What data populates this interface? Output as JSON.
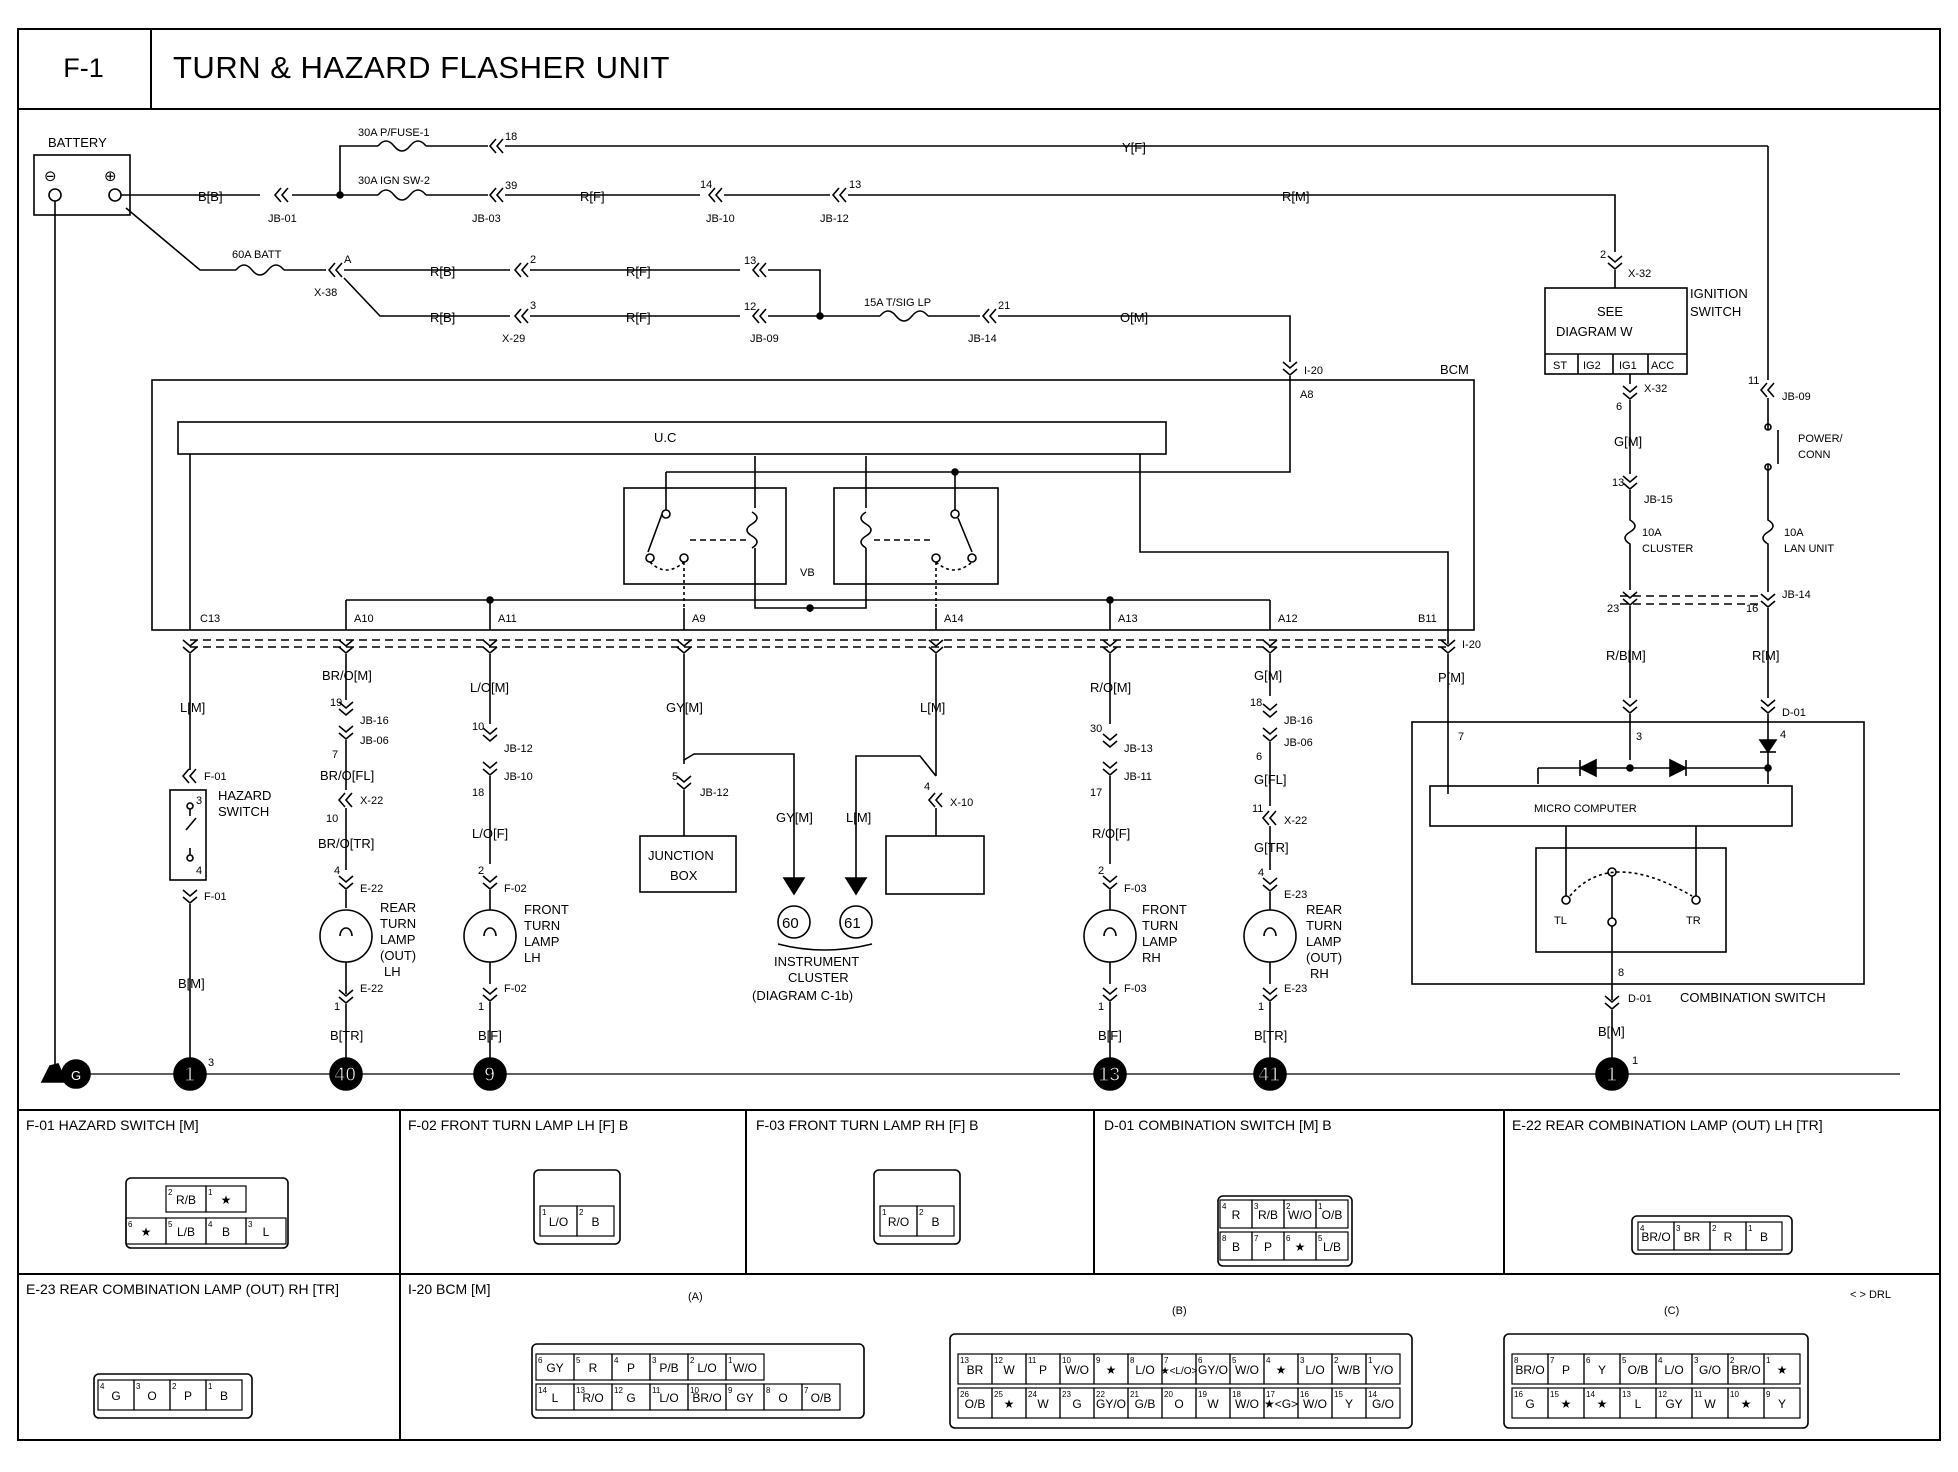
{
  "header": {
    "code": "F-1",
    "title": "TURN & HAZARD FLASHER UNIT"
  },
  "battery": {
    "label": "BATTERY",
    "neg": "⊖",
    "pos": "⊕"
  },
  "fuses": {
    "pfuse": "30A P/FUSE-1",
    "ign": "30A IGN SW-2",
    "batt": "60A BATT",
    "tsig": "15A T/SIG LP",
    "cluster": "10A\nCLUSTER",
    "cluster_a": "10A",
    "cluster_b": "CLUSTER",
    "lan_a": "10A",
    "lan_b": "LAN UNIT"
  },
  "wires": {
    "bb": "B[B]",
    "yf": "Y[F]",
    "rf": "R[F]",
    "rm": "R[M]",
    "rb": "R[B]",
    "rf2": "R[F]",
    "rb2": "R[B]",
    "rf3": "R[F]",
    "om": "O[M]",
    "gm": "G[M]",
    "rbm": "R/B[M]",
    "rm2": "R[M]",
    "pm": "P[M]",
    "bm2": "B[M]",
    "lm": "L[M]",
    "bm": "B[M]",
    "bro_m": "BR/O[M]",
    "bro_fl": "BR/O[FL]",
    "bro_tr": "BR/O[TR]",
    "btr": "B[TR]",
    "lo_m": "L/O[M]",
    "lo_f": "L/O[F]",
    "bf": "B[F]",
    "gy_m": "GY[M]",
    "gy_m2": "GY[M]",
    "l_m2": "L[M]",
    "l_m3": "L[M]",
    "ro_m": "R/O[M]",
    "ro_f": "R/O[F]",
    "bf2": "B[F]",
    "g_m": "G[M]",
    "g_fl": "G[FL]",
    "g_tr": "G[TR]",
    "btr2": "B[TR]"
  },
  "junctions": {
    "jb01": "JB-01",
    "jb03": "JB-03",
    "jb10": "JB-10",
    "jb12": "JB-12",
    "x38": "X-38",
    "x29": "X-29",
    "jb09": "JB-09",
    "jb14": "JB-14",
    "x32": "X-32",
    "x32b": "X-32",
    "jb09b": "JB-09",
    "jb15": "JB-15",
    "jb14b": "JB-14",
    "i20": "I-20",
    "i20b": "I-20",
    "d01": "D-01",
    "d01b": "D-01",
    "f01": "F-01",
    "f01b": "F-01",
    "jb16": "JB-16",
    "jb06": "JB-06",
    "x22": "X-22",
    "e22": "E-22",
    "e22b": "E-22",
    "jb12b": "JB-12",
    "jb10b": "JB-10",
    "f02": "F-02",
    "f02b": "F-02",
    "jb12c": "JB-12",
    "x10": "X-10",
    "jb13": "JB-13",
    "jb11": "JB-11",
    "f03": "F-03",
    "f03b": "F-03",
    "jb16b": "JB-16",
    "jb06b": "JB-06",
    "x22b": "X-22",
    "e23": "E-23",
    "e23b": "E-23"
  },
  "pins": {
    "p18": "18",
    "p39": "39",
    "p14": "14",
    "p13": "13",
    "pA": "A",
    "p2": "2",
    "p13b": "13",
    "p3": "3",
    "p12": "12",
    "p21": "21",
    "p2b": "2",
    "p6": "6",
    "p11": "11",
    "p13c": "13",
    "p23": "23",
    "p16": "16",
    "p7": "7",
    "p3b": "3",
    "p4": "4",
    "p8": "8",
    "p1": "1",
    "p3c": "3",
    "p4b": "4",
    "p19": "19",
    "p7b": "7",
    "p10": "10",
    "p4c": "4",
    "p1b": "1",
    "p10b": "10",
    "p18b": "18",
    "p2c": "2",
    "p1c": "1",
    "p5": "5",
    "p4d": "4",
    "p30": "30",
    "p17": "17",
    "p2d": "2",
    "p1d": "1",
    "p18c": "18",
    "p6b": "6",
    "p11b": "11",
    "p4e": "4",
    "p1e": "1",
    "p3g": "3",
    "p1g": "1"
  },
  "bcm": {
    "label": "BCM",
    "uc": "U.C",
    "vb": "VB",
    "a8": "A8",
    "pins": [
      "C13",
      "A10",
      "A11",
      "A9",
      "A14",
      "A13",
      "A12",
      "B11"
    ]
  },
  "ignition": {
    "box1": "SEE",
    "box2": "DIAGRAM W",
    "label1": "IGNITION",
    "label2": "SWITCH",
    "pins": [
      "ST",
      "IG2",
      "IG1",
      "ACC"
    ]
  },
  "power_conn": {
    "a": "POWER/",
    "b": "CONN"
  },
  "combo": {
    "mc": "MICRO COMPUTER",
    "tl": "TL",
    "tr": "TR",
    "label": "COMBINATION SWITCH"
  },
  "hazard": {
    "a": "HAZARD",
    "b": "SWITCH"
  },
  "lamps": {
    "rear_lh": [
      "REAR",
      "TURN",
      "LAMP",
      "(OUT)",
      "LH"
    ],
    "front_lh": [
      "FRONT",
      "TURN",
      "LAMP",
      "LH"
    ],
    "front_rh": [
      "FRONT",
      "TURN",
      "LAMP",
      "RH"
    ],
    "rear_rh": [
      "REAR",
      "TURN",
      "LAMP",
      "(OUT)",
      "RH"
    ]
  },
  "junction_box": {
    "a": "JUNCTION",
    "b": "BOX"
  },
  "cluster": {
    "n60": "60",
    "n61": "61",
    "a": "INSTRUMENT",
    "b": "CLUSTER",
    "c": "(DIAGRAM C-1b)"
  },
  "grounds": {
    "g": "G",
    "g1": "1",
    "g1s": "3",
    "g40": "40",
    "g9": "9",
    "g13": "13",
    "g41": "41",
    "g1b": "1",
    "g1bs": "1"
  },
  "connectors": {
    "f01": {
      "title": "F-01 HAZARD SWITCH [M]",
      "top": [
        {
          "n": "2",
          "v": "R/B"
        },
        {
          "n": "1",
          "v": "★"
        }
      ],
      "bot": [
        {
          "n": "6",
          "v": "★"
        },
        {
          "n": "5",
          "v": "L/B"
        },
        {
          "n": "4",
          "v": "B"
        },
        {
          "n": "3",
          "v": "L"
        }
      ]
    },
    "f02": {
      "title": "F-02 FRONT TURN LAMP LH [F] B",
      "cells": [
        {
          "n": "1",
          "v": "L/O"
        },
        {
          "n": "2",
          "v": "B"
        }
      ]
    },
    "f03": {
      "title": "F-03 FRONT TURN LAMP RH [F] B",
      "cells": [
        {
          "n": "1",
          "v": "R/O"
        },
        {
          "n": "2",
          "v": "B"
        }
      ]
    },
    "d01": {
      "title": "D-01 COMBINATION SWITCH [M] B",
      "top": [
        {
          "n": "4",
          "v": "R"
        },
        {
          "n": "3",
          "v": "R/B"
        },
        {
          "n": "2",
          "v": "W/O"
        },
        {
          "n": "1",
          "v": "O/B"
        }
      ],
      "bot": [
        {
          "n": "8",
          "v": "B"
        },
        {
          "n": "7",
          "v": "P"
        },
        {
          "n": "6",
          "v": "★"
        },
        {
          "n": "5",
          "v": "L/B"
        }
      ]
    },
    "e22": {
      "title": "E-22 REAR COMBINATION LAMP (OUT) LH [TR]",
      "cells": [
        {
          "n": "4",
          "v": "BR/O"
        },
        {
          "n": "3",
          "v": "BR"
        },
        {
          "n": "2",
          "v": "R"
        },
        {
          "n": "1",
          "v": "B"
        }
      ]
    },
    "e23": {
      "title": "E-23 REAR COMBINATION LAMP (OUT) RH [TR]",
      "cells": [
        {
          "n": "4",
          "v": "G"
        },
        {
          "n": "3",
          "v": "O"
        },
        {
          "n": "2",
          "v": "P"
        },
        {
          "n": "1",
          "v": "B"
        }
      ]
    },
    "i20": {
      "title": "I-20 BCM [M]",
      "drl": "< > DRL",
      "a_label": "(A)",
      "a_top": [
        {
          "n": "6",
          "v": "GY"
        },
        {
          "n": "5",
          "v": "R"
        },
        {
          "n": "4",
          "v": "P"
        },
        {
          "n": "3",
          "v": "P/B"
        },
        {
          "n": "2",
          "v": "L/O"
        },
        {
          "n": "1",
          "v": "W/O"
        }
      ],
      "a_bot": [
        {
          "n": "14",
          "v": "L"
        },
        {
          "n": "13",
          "v": "R/O"
        },
        {
          "n": "12",
          "v": "G"
        },
        {
          "n": "11",
          "v": "L/O"
        },
        {
          "n": "10",
          "v": "BR/O"
        },
        {
          "n": "9",
          "v": "GY"
        },
        {
          "n": "8",
          "v": "O"
        },
        {
          "n": "7",
          "v": "O/B"
        }
      ],
      "b_label": "(B)",
      "b_top": [
        {
          "n": "13",
          "v": "BR"
        },
        {
          "n": "12",
          "v": "W"
        },
        {
          "n": "11",
          "v": "P"
        },
        {
          "n": "10",
          "v": "W/O"
        },
        {
          "n": "9",
          "v": "★"
        },
        {
          "n": "8",
          "v": "L/O"
        },
        {
          "n": "7",
          "v": "★<L/O>"
        },
        {
          "n": "6",
          "v": "GY/O"
        },
        {
          "n": "5",
          "v": "W/O"
        },
        {
          "n": "4",
          "v": "★"
        },
        {
          "n": "3",
          "v": "L/O"
        },
        {
          "n": "2",
          "v": "W/B"
        },
        {
          "n": "1",
          "v": "Y/O"
        }
      ],
      "b_bot": [
        {
          "n": "26",
          "v": "O/B"
        },
        {
          "n": "25",
          "v": "★"
        },
        {
          "n": "24",
          "v": "W"
        },
        {
          "n": "23",
          "v": "G"
        },
        {
          "n": "22",
          "v": "GY/O"
        },
        {
          "n": "21",
          "v": "G/B"
        },
        {
          "n": "20",
          "v": "O"
        },
        {
          "n": "19",
          "v": "W"
        },
        {
          "n": "18",
          "v": "W/O"
        },
        {
          "n": "17",
          "v": "★<G>"
        },
        {
          "n": "16",
          "v": "W/O"
        },
        {
          "n": "15",
          "v": "Y"
        },
        {
          "n": "14",
          "v": "G/O"
        }
      ],
      "c_label": "(C)",
      "c_top": [
        {
          "n": "8",
          "v": "BR/O"
        },
        {
          "n": "7",
          "v": "P"
        },
        {
          "n": "6",
          "v": "Y"
        },
        {
          "n": "5",
          "v": "O/B"
        },
        {
          "n": "4",
          "v": "L/O"
        },
        {
          "n": "3",
          "v": "G/O"
        },
        {
          "n": "2",
          "v": "BR/O"
        },
        {
          "n": "1",
          "v": "★"
        }
      ],
      "c_bot": [
        {
          "n": "16",
          "v": "G"
        },
        {
          "n": "15",
          "v": "★"
        },
        {
          "n": "14",
          "v": "★"
        },
        {
          "n": "13",
          "v": "L"
        },
        {
          "n": "12",
          "v": "GY"
        },
        {
          "n": "11",
          "v": "W"
        },
        {
          "n": "10",
          "v": "★"
        },
        {
          "n": "9",
          "v": "Y"
        }
      ]
    }
  }
}
